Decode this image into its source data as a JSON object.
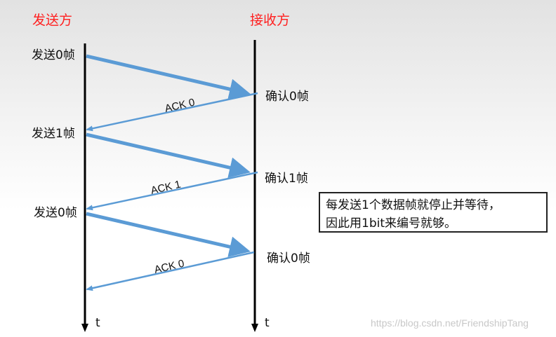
{
  "headers": {
    "sender": "发送方",
    "receiver": "接收方"
  },
  "sender_events": [
    "发送0帧",
    "发送1帧",
    "发送0帧"
  ],
  "receiver_events": [
    "确认0帧",
    "确认1帧",
    "确认0帧"
  ],
  "acks": [
    "ACK 0",
    "ACK 1",
    "ACK 0"
  ],
  "time_label": "t",
  "note": {
    "line1": "每发送1个数据帧就停止并等待，",
    "line2": "因此用1bit来编号就够。"
  },
  "watermark": "https://blog.csdn.net/FriendshipTang",
  "colors": {
    "arrow": "#5b9bd5",
    "header": "#ff2020"
  }
}
